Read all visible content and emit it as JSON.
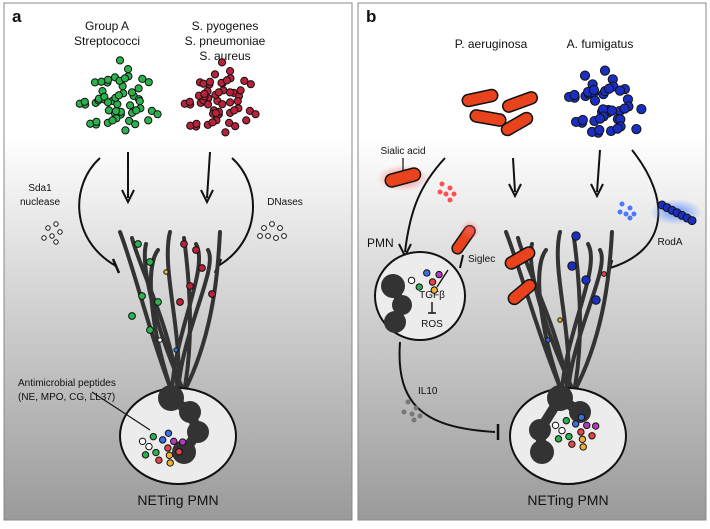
{
  "panel_a": {
    "letter": "a",
    "source_left_lines": [
      "Group A",
      "Streptococci"
    ],
    "source_right_lines": [
      "S. pyogenes",
      "S. pneumoniae",
      "S. aureus"
    ],
    "left_factor_lines": [
      "Sda1",
      "nuclease"
    ],
    "right_factor": "DNases",
    "peptides_lines": [
      "Antimicrobial peptides",
      "(NE, MPO, CG, LL37)"
    ],
    "footer": "NETing PMN"
  },
  "panel_b": {
    "letter": "b",
    "source_left": "P. aeruginosa",
    "source_right": "A.  fumigatus",
    "sialic_acid": "Sialic acid",
    "pmn": "PMN",
    "siglec": "Siglec",
    "tgfb": "TGFβ",
    "ros": "ROS",
    "il10": "IL10",
    "roda": "RodA",
    "footer": "NETing PMN"
  },
  "colors": {
    "green_cocci": "#2bb24c",
    "red_cocci": "#b8223a",
    "orange_rods": "#e8431c",
    "blue_cocci": "#1a2fc0",
    "dna": "#333333",
    "cell_fill": "#ececec"
  }
}
